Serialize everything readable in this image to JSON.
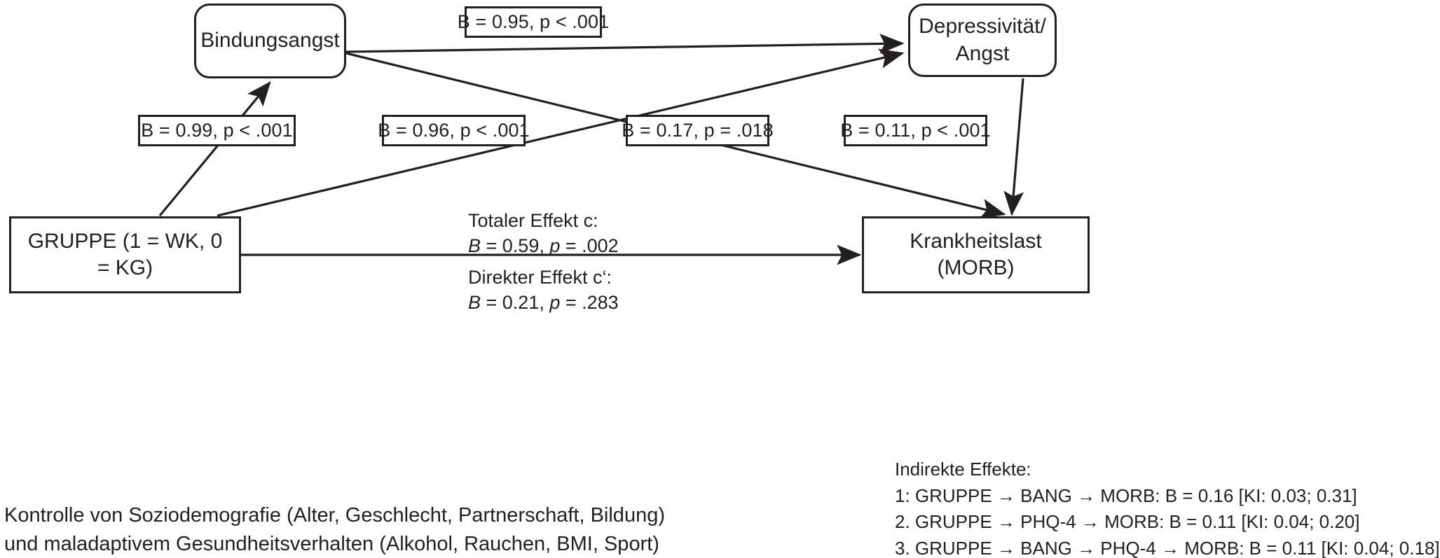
{
  "figure": {
    "type": "path-diagram",
    "title": "Mediationsmodell GRUPPE - Bindungsangst - Depressivitaet/Angst - Krankheitslast"
  },
  "nodes": {
    "bindungsangst": {
      "label": "Bindungsangst"
    },
    "depressivitaet": {
      "label": "Depressivität/\nAngst"
    },
    "gruppe": {
      "label": "GRUPPE (1 = WK, 0 = KG)"
    },
    "morb": {
      "label": "Krankheitslast (MORB)"
    }
  },
  "edge_labels": {
    "bang_to_phq": "B = 0.95, p < .001",
    "gruppe_to_bang": "B = 0.99, p < .001",
    "gruppe_to_phq": "B = 0.96, p < .001",
    "bang_to_morb": "B = 0.17, p = .018",
    "phq_to_morb": "B = 0.11, p < .001"
  },
  "effects": {
    "total": {
      "title": "Totaler Effekt c:",
      "stat_b_label": "B",
      "stat_b_value": " = 0.59, ",
      "stat_p_label": "p",
      "stat_p_value": " = .002",
      "full": "B = 0.59, p = .002"
    },
    "direct": {
      "title": "Direkter Effekt c‘:",
      "stat_b_label": "B",
      "stat_b_value": " = 0.21, ",
      "stat_p_label": "p",
      "stat_p_value": " = .283",
      "full": "B = 0.21, p = .283"
    }
  },
  "indirect_effects": {
    "heading": "Indirekte Effekte:",
    "items": [
      "1: GRUPPE → BANG → MORB: B = 0.16 [KI:  0.03; 0.31]",
      "2. GRUPPE → PHQ-4 → MORB: B = 0.11 [KI: 0.04; 0.20]",
      "3. GRUPPE → BANG → PHQ-4 → MORB: B = 0.11 [KI: 0.04; 0.18]"
    ]
  },
  "caption": {
    "lines": [
      "Kontrolle von Soziodemografie (Alter, Geschlecht, Partnerschaft, Bildung)",
      "und maladaptivem Gesundheitsverhalten (Alkohol, Rauchen, BMI, Sport)"
    ]
  },
  "style": {
    "stroke": "#231f20",
    "background": "#ffffff"
  }
}
